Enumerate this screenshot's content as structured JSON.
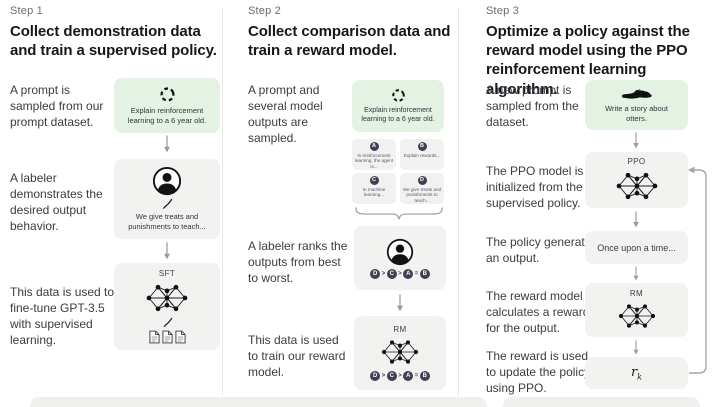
{
  "step1": {
    "label": "Step 1",
    "title_lines": [
      "Collect demonstration data",
      "and train a supervised policy."
    ],
    "row1_text": "A prompt is sampled from our prompt dataset.",
    "prompt_box": {
      "caption": "Explain reinforcement learning to a 6 year old."
    },
    "row2_text": "A labeler demonstrates the desired output behavior.",
    "labeler_box": {
      "caption": "We give treats and punishments to teach..."
    },
    "row3_text": "This data is used to fine-tune GPT-3.5 with supervised learning.",
    "model_box": {
      "label": "SFT"
    }
  },
  "step2": {
    "label": "Step 2",
    "title_lines": [
      "Collect comparison data and",
      "train a reward model."
    ],
    "row1_text": "A prompt and several model outputs are sampled.",
    "prompt_box": {
      "caption": "Explain reinforcement learning to a 6 year old."
    },
    "outputs": [
      {
        "id": "A",
        "text": "In reinforcement learning, the agent is..."
      },
      {
        "id": "B",
        "text": "Explain rewards..."
      },
      {
        "id": "C",
        "text": "In machine learning..."
      },
      {
        "id": "D",
        "text": "We give treats and punishments to teach..."
      }
    ],
    "row2_text": "A labeler ranks the outputs from best to worst.",
    "ranking": {
      "items": [
        "D",
        "C",
        "A",
        "B"
      ],
      "separators": [
        ">",
        ">",
        "="
      ]
    },
    "row3_text": "This data is used to train our reward model.",
    "model_box": {
      "label": "RM"
    }
  },
  "step3": {
    "label": "Step 3",
    "title_lines": [
      "Optimize a policy against the",
      "reward model using the PPO",
      "reinforcement learning algorithm."
    ],
    "row1_text": "A new prompt is sampled from the dataset.",
    "prompt_box": {
      "caption": "Write a story about otters."
    },
    "row2_text": "The PPO model is initialized from the supervised policy.",
    "ppo_box": {
      "label": "PPO"
    },
    "row3_text": "The policy generates an output.",
    "output_box": {
      "text": "Once upon a time..."
    },
    "row4_text": "The reward model calculates a reward for the output.",
    "rm_box": {
      "label": "RM"
    },
    "row5_text": "The reward is used to update the policy using PPO.",
    "reward_box": {
      "symbol_base": "r",
      "symbol_sub": "k"
    }
  },
  "colors": {
    "prompt_green": "#e3f2e2",
    "node_gray": "#f2f2f0",
    "badge_dark": "#3f4050",
    "divider": "#e7e7e5"
  }
}
